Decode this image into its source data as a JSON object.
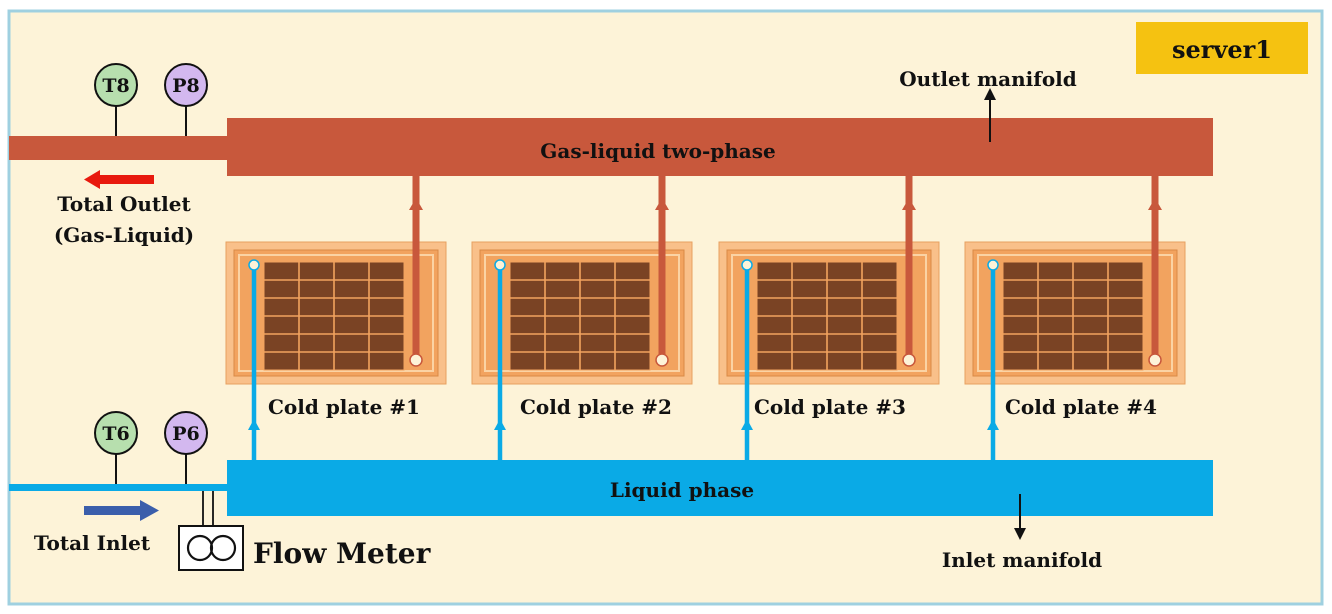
{
  "server_label": "server1",
  "outlet_manifold": {
    "name": "Outlet manifold",
    "phase": "Gas-liquid two-phase"
  },
  "inlet_manifold": {
    "name": "Inlet manifold",
    "phase": "Liquid phase"
  },
  "total_outlet": {
    "line1": "Total Outlet",
    "line2": "(Gas-Liquid)"
  },
  "total_inlet": "Total Inlet",
  "flow_meter": "Flow Meter",
  "sensors": {
    "t8": "T8",
    "p8": "P8",
    "t6": "T6",
    "p6": "P6"
  },
  "cold_plates": [
    {
      "label": "Cold plate #1"
    },
    {
      "label": "Cold plate #2"
    },
    {
      "label": "Cold plate #3"
    },
    {
      "label": "Cold plate #4"
    }
  ],
  "colors": {
    "background": "#fdf3d8",
    "border": "#9fd0e0",
    "server_badge": "#f5c211",
    "outlet_pipe": "#c8583c",
    "inlet_pipe": "#0aaae6",
    "arrow_outlet": "#e8190e",
    "arrow_inlet": "#3b5eab",
    "plate_outer": "#f9c08a",
    "plate_mid": "#f2a35f",
    "plate_core": "#7a4324",
    "temp_sensor": "#b7dfae",
    "pressure_sensor": "#d3b8ef"
  }
}
